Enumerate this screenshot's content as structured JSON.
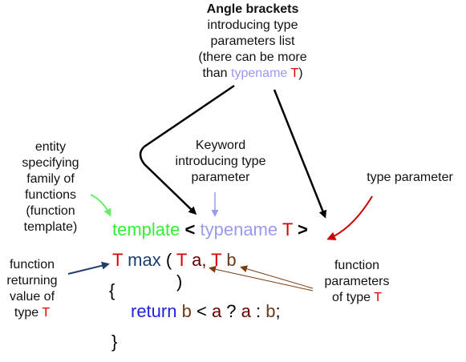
{
  "notes": {
    "top_title": "Angle brackets",
    "top_l2": "introducing type",
    "top_l3": "parameters list",
    "top_l4": "(there can be more",
    "top_l5a": "than ",
    "top_l5b": "typename",
    "top_l5c": "T",
    "top_l5d": ")",
    "entity": [
      "entity",
      "specifying",
      "family of",
      "functions",
      "(function",
      "template)"
    ],
    "keyword": [
      "Keyword",
      "introducing type",
      "parameter"
    ],
    "type_param": "type parameter",
    "returning": [
      "function",
      "returning",
      "value of"
    ],
    "returning_l4a": "type ",
    "returning_l4b": "T",
    "params": [
      "function",
      "parameters"
    ],
    "params_l3a": "of type ",
    "params_l3b": "T"
  },
  "code": {
    "template": "template",
    "lt": "<",
    "typename": "typename",
    "T": "T",
    "gt": ">",
    "ret_T": "T",
    "max": "max",
    "paren_open": "(",
    "a_T": "T",
    "a": "a,",
    "b_T": "T",
    "b": "b",
    "paren_close": ")",
    "brace_open": "{",
    "return_kw": "return",
    "expr_b1": "b",
    "expr_lt": " < ",
    "expr_a1": "a",
    "expr_q": " ? ",
    "expr_a2": "a",
    "expr_colon": " : ",
    "expr_b2": "b",
    "expr_semi": ";",
    "brace_close": "}"
  },
  "colors": {
    "template_kw": "#33ee33",
    "typename_kw": "#9a9aee",
    "type_T": "#d60000",
    "return_kw": "#2222dd",
    "identifier": "#1e3f6e"
  }
}
